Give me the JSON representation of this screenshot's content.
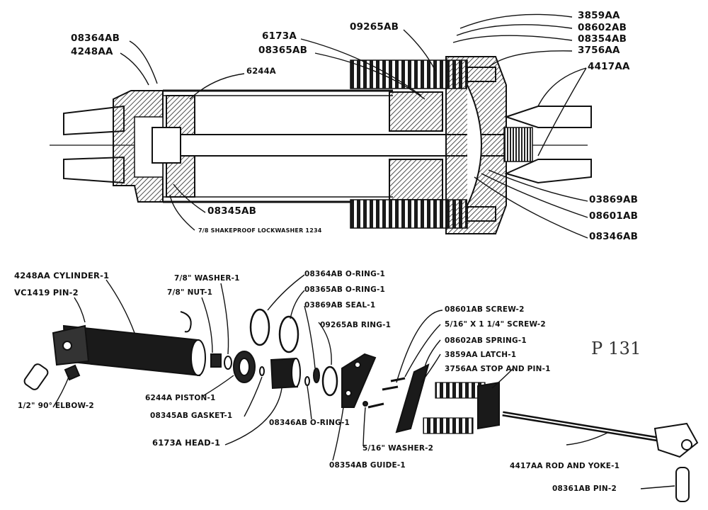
{
  "top_labels": {
    "l_08364AB": "08364AB",
    "l_4248AA": "4248AA",
    "l_6173A": "6173A",
    "l_08365AB": "08365AB",
    "l_09265AB": "09265AB",
    "l_6244A": "6244A",
    "l_3859AA": "3859AA",
    "l_08602AB": "08602AB",
    "l_08354AB": "08354AB",
    "l_3756AA": "3756AA",
    "l_4417AA": "4417AA",
    "l_03869AB": "03869AB",
    "l_08601AB": "08601AB",
    "l_08346AB": "08346AB",
    "l_08345AB": "08345AB",
    "l_lockwasher": "7/8 SHAKEPROOF LOCKWASHER 1234"
  },
  "parts": {
    "p1": "4248AA CYLINDER-1",
    "p2": "VC1419 PIN-2",
    "p3": "7/8\" WASHER-1",
    "p4": "7/8\" NUT-1",
    "p5": "08364AB O-RING-1",
    "p6": "08365AB O-RING-1",
    "p7": "03869AB SEAL-1",
    "p8": "09265AB RING-1",
    "p9": "08601AB SCREW-2",
    "p10": "5/16\" X 1 1/4\" SCREW-2",
    "p11": "08602AB SPRING-1",
    "p12": "3859AA LATCH-1",
    "p13": "3756AA STOP AND PIN-1",
    "p14": "6244A PISTON-1",
    "p15": "08345AB GASKET-1",
    "p16": "6173A HEAD-1",
    "p17": "08346AB O-RING-1",
    "p18": "5/16\" WASHER-2",
    "p19": "08354AB GUIDE-1",
    "p20": "4417AA ROD AND YOKE-1",
    "p21": "08361AB PIN-2",
    "p22": "1/2\" 90° ELBOW-2"
  },
  "page_note": "P 131",
  "colors": {
    "ink": "#111111",
    "paper": "#ffffff",
    "hatch": "#222222"
  }
}
